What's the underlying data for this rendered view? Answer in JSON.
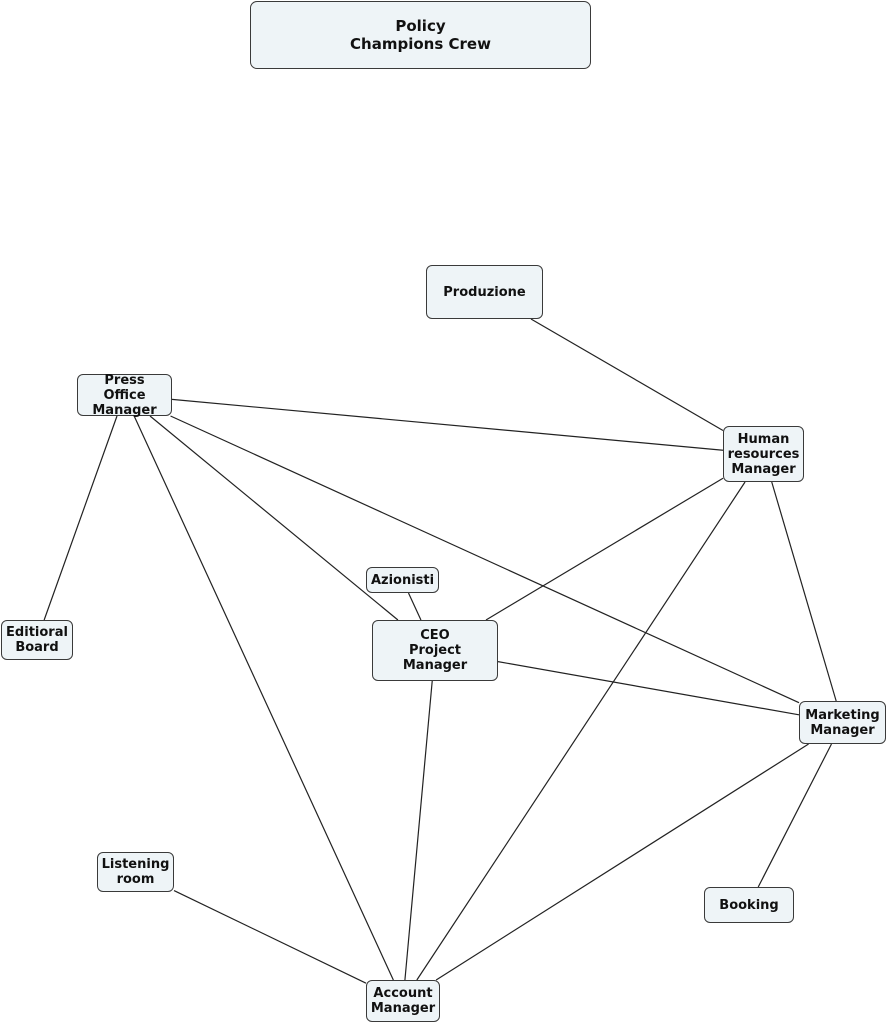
{
  "title": "Policy\nChampions Crew",
  "nodes": {
    "produzione": "Produzione",
    "press_office": "Press Office\nManager",
    "hr": "Human\nresources\nManager",
    "azionisti": "Azionisti",
    "editorial": "Editioral\nBoard",
    "ceo": "CEO\nProject Manager",
    "marketing": "Marketing\nManager",
    "listening": "Listening\nroom",
    "booking": "Booking",
    "account": "Account\nManager"
  },
  "connections": [
    [
      "produzione",
      "hr"
    ],
    [
      "press_office",
      "hr"
    ],
    [
      "press_office",
      "editorial"
    ],
    [
      "press_office",
      "ceo"
    ],
    [
      "press_office",
      "marketing"
    ],
    [
      "press_office",
      "account"
    ],
    [
      "hr",
      "ceo"
    ],
    [
      "hr",
      "account"
    ],
    [
      "hr",
      "marketing"
    ],
    [
      "azionisti",
      "ceo"
    ],
    [
      "ceo",
      "marketing"
    ],
    [
      "ceo",
      "account"
    ],
    [
      "marketing",
      "account"
    ],
    [
      "marketing",
      "booking"
    ],
    [
      "listening",
      "account"
    ]
  ]
}
